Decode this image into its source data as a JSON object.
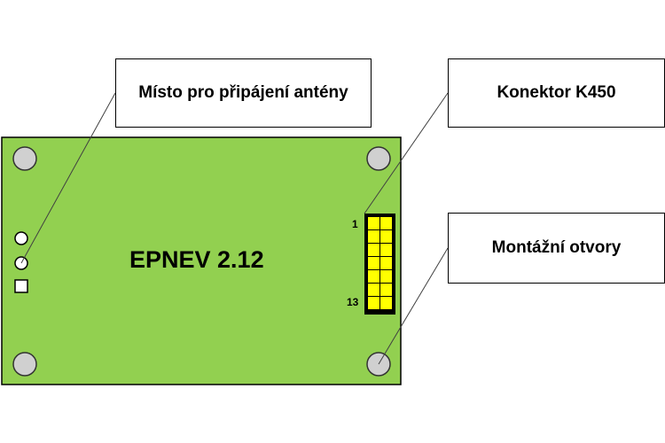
{
  "board": {
    "name": "EPNEV 2.12",
    "color": "#92d050",
    "hole_color": "#d0d0d0",
    "connector_pin_color": "#ffff00"
  },
  "connector": {
    "first_pin_label": "1",
    "last_pin_label": "13",
    "rows": 7,
    "columns": 2
  },
  "callouts": {
    "antenna": "Místo pro připájení antény",
    "connector": "Konektor K450",
    "mounting_holes": "Montážní otvory"
  }
}
